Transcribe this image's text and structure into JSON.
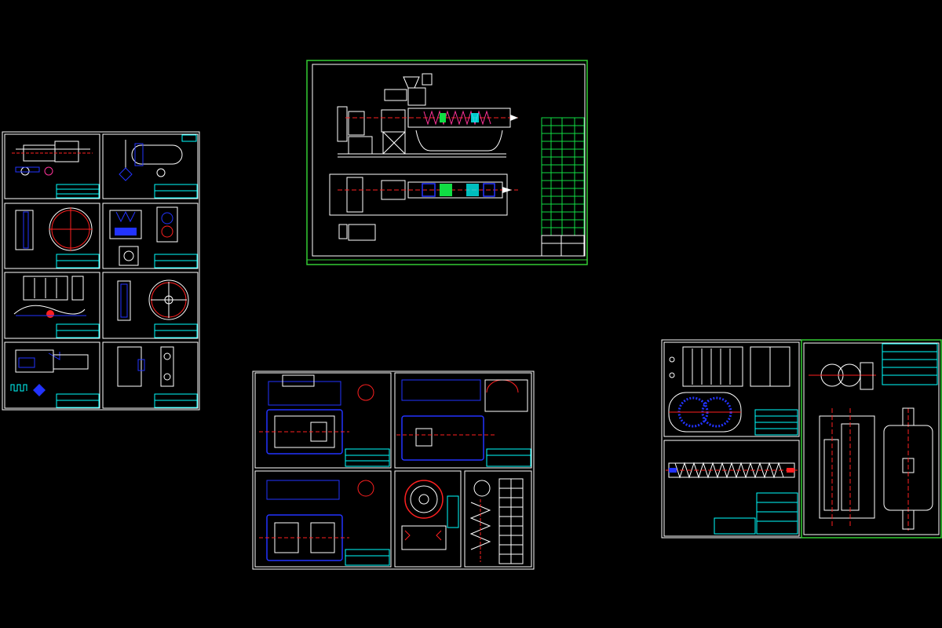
{
  "view": {
    "background": "#000000",
    "palette": {
      "line": "#ffffff",
      "frame_green": "#33cc33",
      "center_red": "#ff2020",
      "hatch_blue": "#2233ff",
      "table_cyan": "#00ffff",
      "fill_green": "#11dd44"
    }
  },
  "groups": [
    {
      "id": "group-left",
      "sheet_count": 8
    },
    {
      "id": "group-assembly",
      "sheet_count": 1
    },
    {
      "id": "group-bottom",
      "sheet_count": 5
    },
    {
      "id": "group-right",
      "sheet_count": 3
    }
  ]
}
